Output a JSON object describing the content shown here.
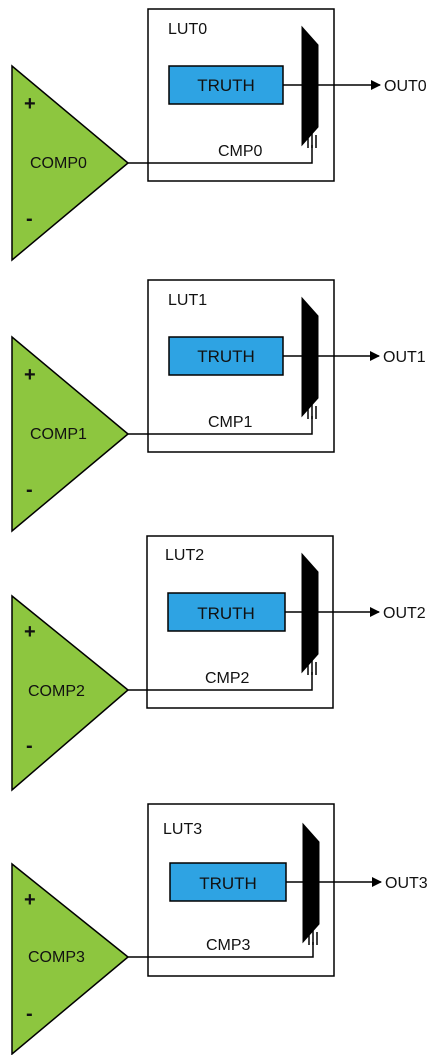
{
  "blocks": [
    {
      "comp_label": "COMP0",
      "plus": "+",
      "minus": "-",
      "lut_label": "LUT0",
      "truth_label": "TRUTH",
      "cmp_label": "CMP0",
      "out_label": "OUT0"
    },
    {
      "comp_label": "COMP1",
      "plus": "+",
      "minus": "-",
      "lut_label": "LUT1",
      "truth_label": "TRUTH",
      "cmp_label": "CMP1",
      "out_label": "OUT1"
    },
    {
      "comp_label": "COMP2",
      "plus": "+",
      "minus": "-",
      "lut_label": "LUT2",
      "truth_label": "TRUTH",
      "cmp_label": "CMP2",
      "out_label": "OUT2"
    },
    {
      "comp_label": "COMP3",
      "plus": "+",
      "minus": "-",
      "lut_label": "LUT3",
      "truth_label": "TRUTH",
      "cmp_label": "CMP3",
      "out_label": "OUT3"
    }
  ],
  "colors": {
    "comparator_fill": "#8dc63f",
    "truth_fill": "#2ea3e3",
    "outline": "#000000",
    "mux_fill": "#000000"
  }
}
